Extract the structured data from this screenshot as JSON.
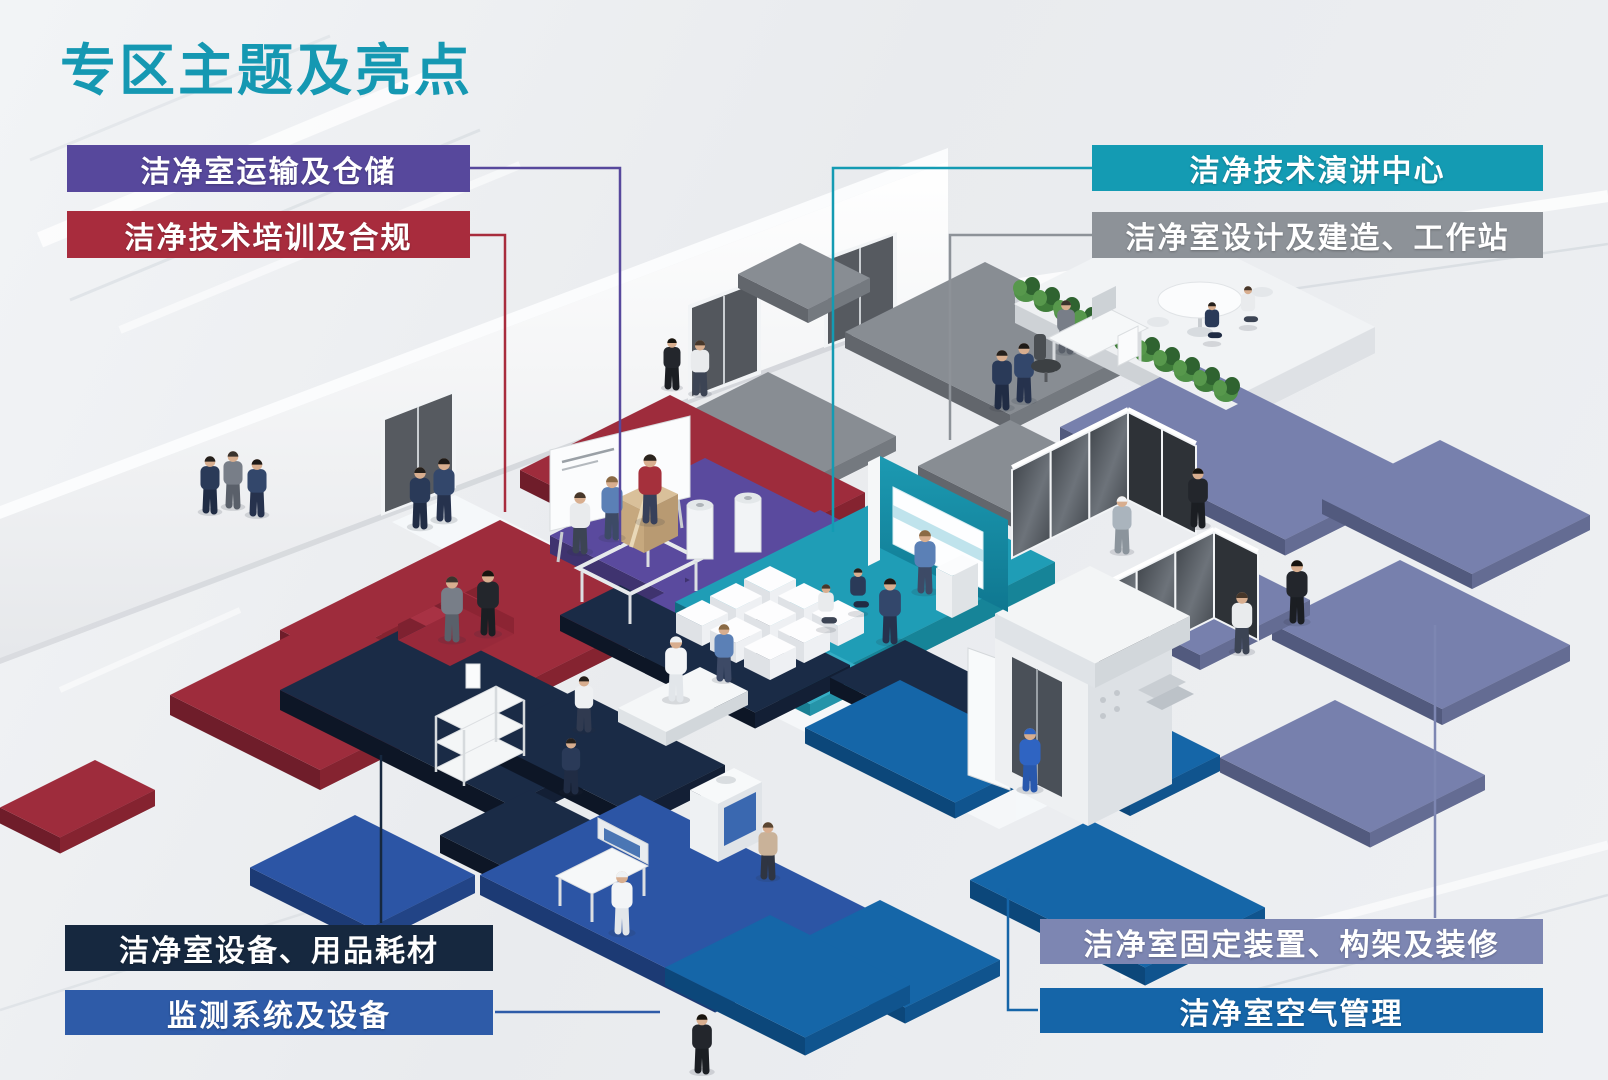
{
  "title": {
    "text": "专区主题及亮点",
    "color": "#1598b2"
  },
  "zones": [
    {
      "id": "transport",
      "label": "洁净室运输及仓储",
      "color": "#57489c"
    },
    {
      "id": "training",
      "label": "洁净技术培训及合规",
      "color": "#a82c3d"
    },
    {
      "id": "speech",
      "label": "洁净技术演讲中心",
      "color": "#149bb3"
    },
    {
      "id": "design",
      "label": "洁净室设计及建造、工作站",
      "color": "#8d9298"
    },
    {
      "id": "equipment",
      "label": "洁净室设备、用品耗材",
      "color": "#16283f"
    },
    {
      "id": "monitoring",
      "label": "监测系统及设备",
      "color": "#2e5ba8"
    },
    {
      "id": "fixtures",
      "label": "洁净室固定装置、构架及装修",
      "color": "#7d86b2"
    },
    {
      "id": "air",
      "label": "洁净室空气管理",
      "color": "#1565a8"
    }
  ]
}
